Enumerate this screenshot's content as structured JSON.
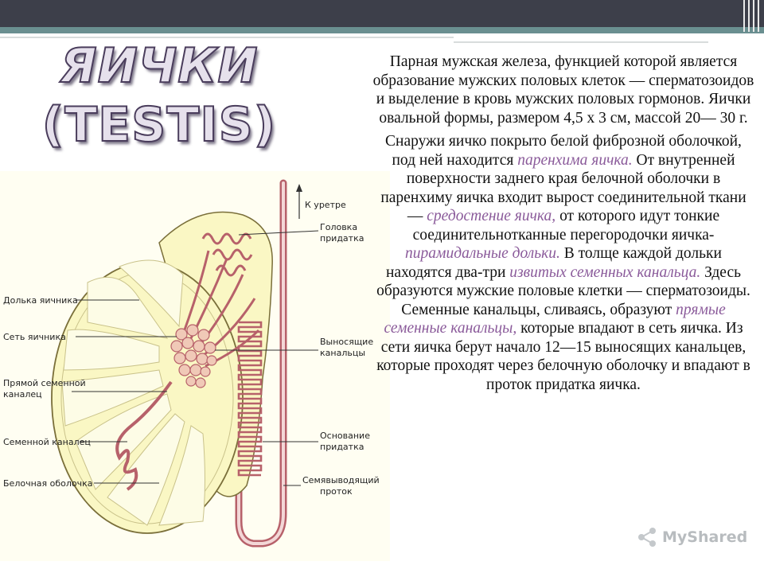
{
  "slide": {
    "title_line1": "ЯИЧКИ",
    "title_line2": "(TESTIS)"
  },
  "paragraph1": "Парная мужская железа, функцией которой является образование мужских половых клеток — сперматозоидов и выделение в кровь мужских половых гормонов. Яички овальной формы, размером 4,5 х 3 см, массой 20— 30 г.",
  "paragraph2": {
    "s1": "Снаружи яичко покрыто белой фиброзной оболочкой, под ней находится ",
    "t1": "паренхима яичка.",
    "s2": " От внутренней поверхности заднего края белочной оболочки в паренхиму яичка входит вырост соединительной ткани — ",
    "t2": "средостение яичка,",
    "s3": " от которого идут тонкие соединительнотканные перегородочки яичка- ",
    "t3": "пирамидальные дольки.",
    "s4": " В толще каждой дольки находятся два-три ",
    "t4": "извитых семенных канальца.",
    "s5": " Здесь образуются мужские половые клетки — сперматозоиды. Семенные канальцы, сливаясь, образуют ",
    "t5": "прямые семенные канальцы,",
    "s6": " которые впадают в сеть яичка. Из сети яичка берут начало 12—15 выносящих канальцев, которые проходят через белочную оболочку и впадают в проток придатка яичка."
  },
  "diagram": {
    "label_urethra": "К уретре",
    "label_head1": "Головка",
    "label_head2": "придатка",
    "label_lobule": "Долька яичника",
    "label_rete": "Сеть яичника",
    "label_straight1": "Прямой семенной",
    "label_straight2": "каналец",
    "label_seminiferous": "Семенной каналец",
    "label_albuginea": "Белочная оболочка",
    "label_efferent1": "Выносящие",
    "label_efferent2": "канальцы",
    "label_base1": "Основание",
    "label_base2": "придатка",
    "label_duct1": "Семявыводящий",
    "label_duct2": "проток"
  },
  "watermark": {
    "text": "MyShared"
  },
  "colors": {
    "topbar": "#3d3f4a",
    "accent_band": "#6a8f90",
    "term": "#8a5a9a",
    "gland_fill": "#faf7c4",
    "tubule": "#b7616a"
  }
}
